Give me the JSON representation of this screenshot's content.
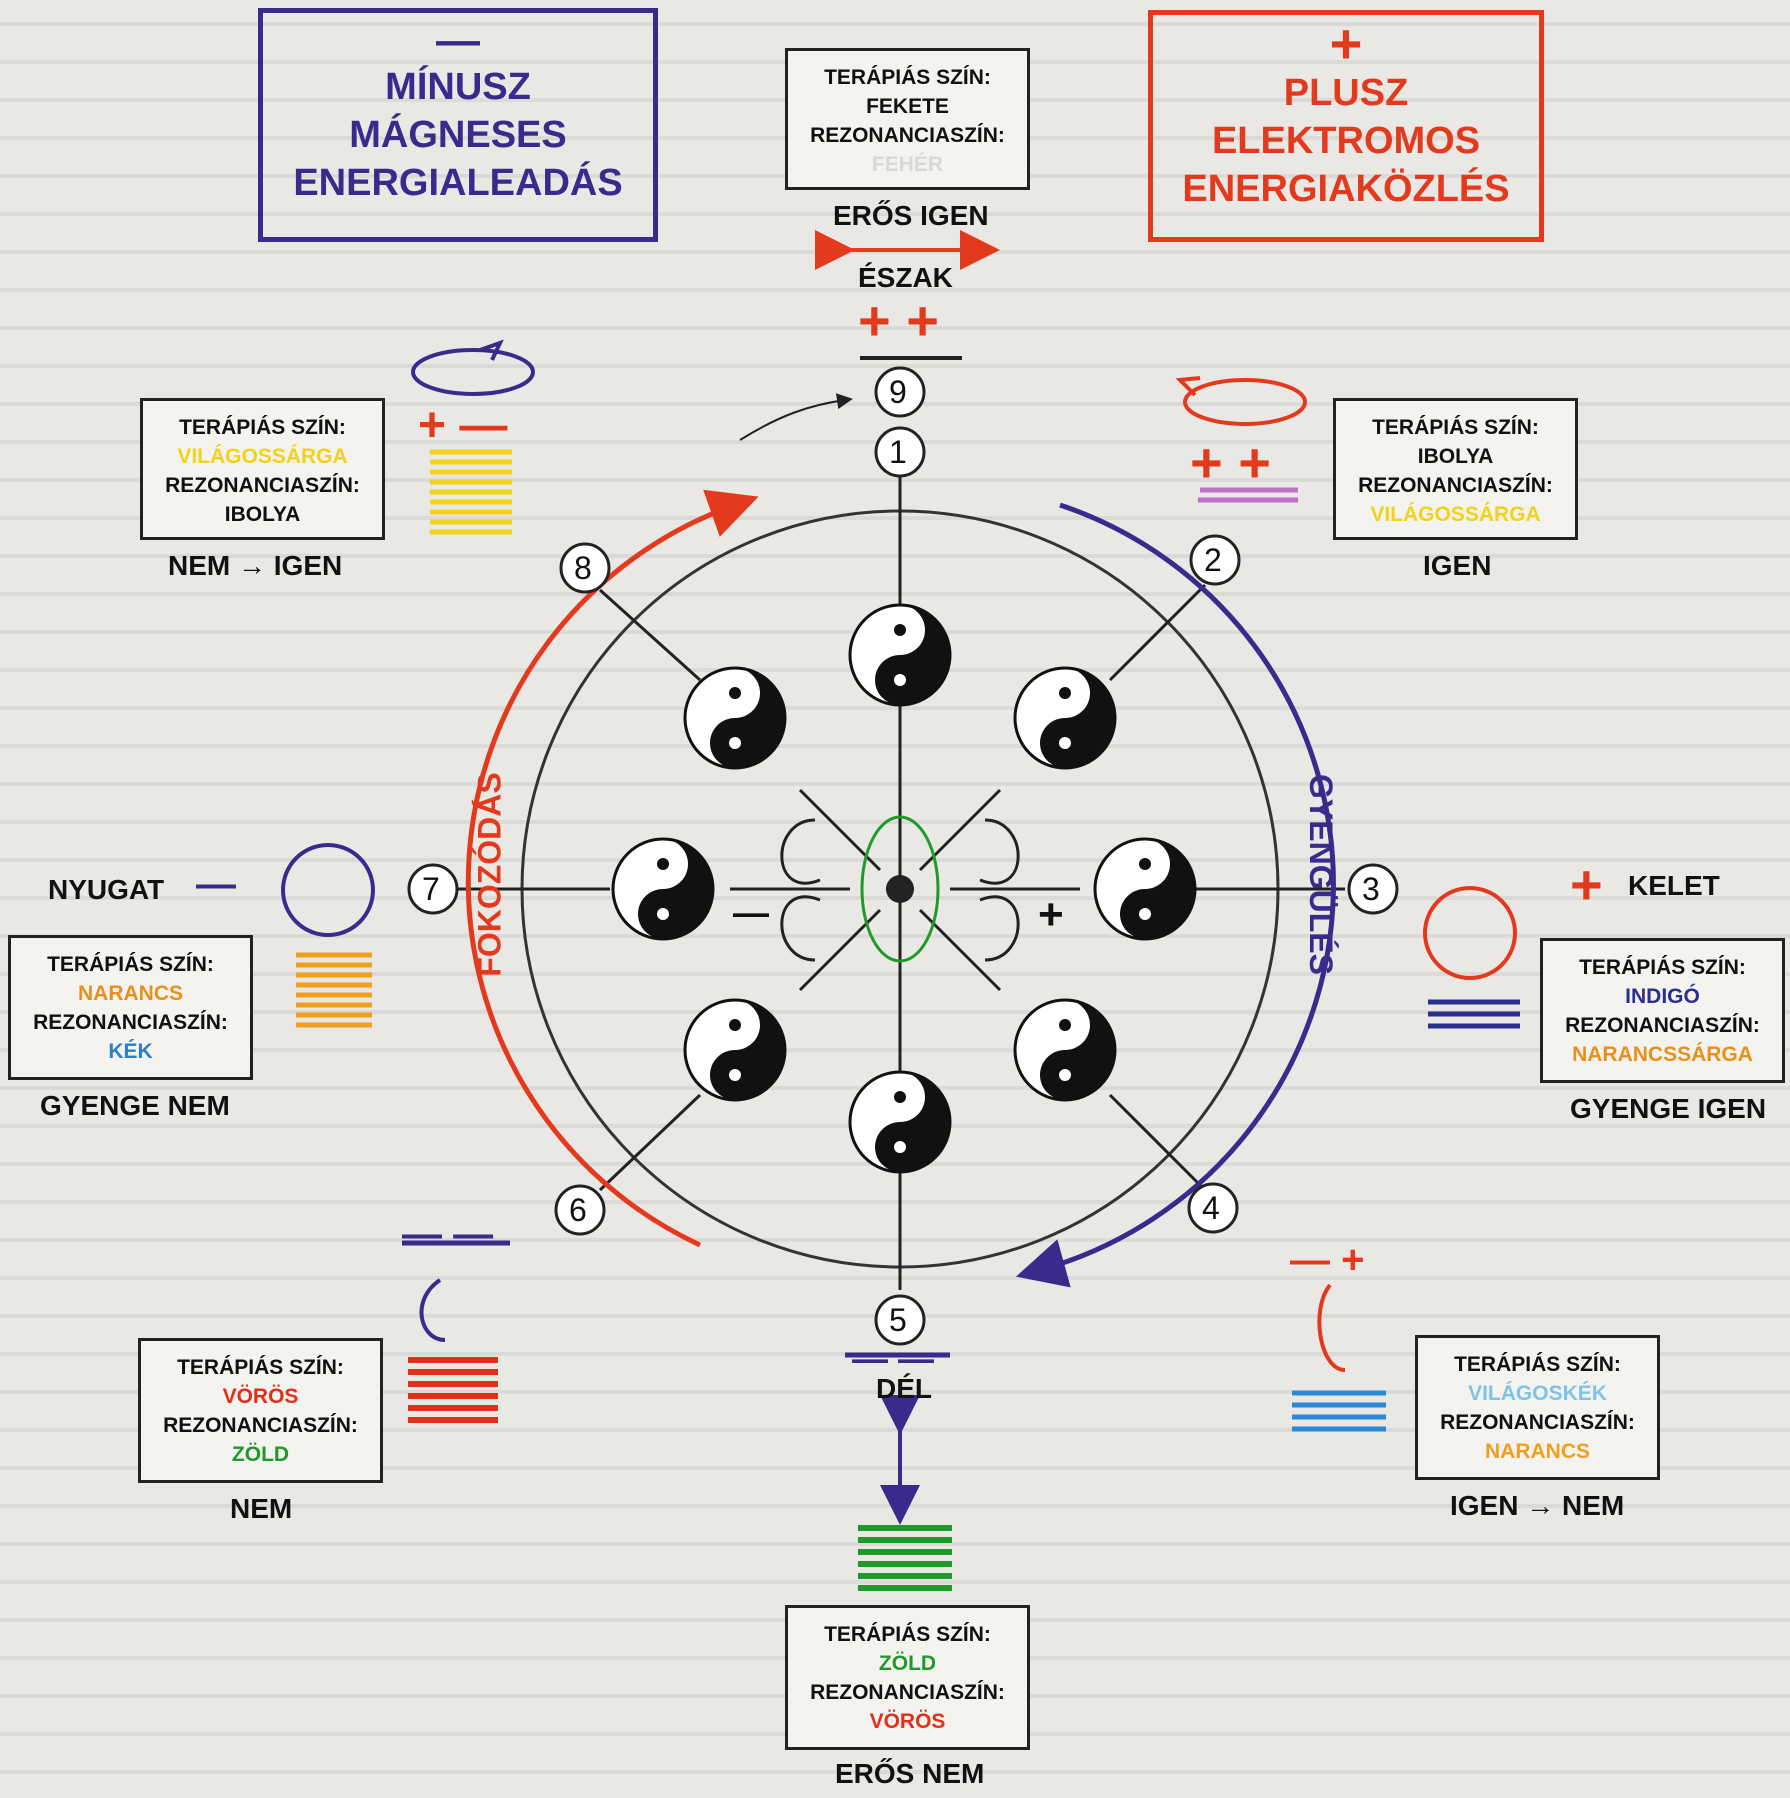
{
  "titles": {
    "minus": {
      "sign": "—",
      "lines": [
        "MÍNUSZ",
        "MÁGNESES",
        "ENERGIALEADÁS"
      ]
    },
    "plus": {
      "sign": "+",
      "lines": [
        "PLUSZ",
        "ELEKTROMOS",
        "ENERGIAKÖZLÉS"
      ]
    }
  },
  "term_labels": {
    "therapy": "TERÁPIÁS SZÍN:",
    "resonance": "REZONANCIASZÍN:"
  },
  "boxes": {
    "north": {
      "therapy": "FEKETE",
      "resonance": "FEHÉR",
      "therapy_color": "#111111",
      "resonance_color": "#d8d8d8",
      "caption": "ERŐS IGEN"
    },
    "northwest": {
      "therapy": "VILÁGOSSÁRGA",
      "resonance": "IBOLYA",
      "therapy_color": "#f2d21a",
      "resonance_color": "#111111",
      "caption": "NEM → IGEN"
    },
    "northeast": {
      "therapy": "IBOLYA",
      "resonance": "VILÁGOSSÁRGA",
      "therapy_color": "#111111",
      "resonance_color": "#f2d21a",
      "caption": "IGEN"
    },
    "west": {
      "therapy": "NARANCS",
      "resonance": "KÉK",
      "therapy_color": "#e8901a",
      "resonance_color": "#2a7fc9",
      "caption": "GYENGE NEM"
    },
    "east": {
      "therapy": "INDIGÓ",
      "resonance": "NARANCSSÁRGA",
      "therapy_color": "#2b2f8f",
      "resonance_color": "#e8901a",
      "caption": "GYENGE IGEN"
    },
    "southwest": {
      "therapy": "VÖRÖS",
      "resonance": "ZÖLD",
      "therapy_color": "#e0301a",
      "resonance_color": "#1f9a2a",
      "caption": "NEM"
    },
    "southeast": {
      "therapy": "VILÁGOSKÉK",
      "resonance": "NARANCS",
      "therapy_color": "#7fc4e8",
      "resonance_color": "#f0a020",
      "caption": "IGEN → NEM"
    },
    "south": {
      "therapy": "ZÖLD",
      "resonance": "VÖRÖS",
      "therapy_color": "#1f9a2a",
      "resonance_color": "#e0301a",
      "caption": "ERŐS NEM"
    }
  },
  "directions": {
    "north": "ÉSZAK",
    "south": "DÉL",
    "west": "NYUGAT",
    "east": "KELET"
  },
  "arc_labels": {
    "left": "FOKOZÓDÁS",
    "right": "GYENGÜLÉS"
  },
  "positions": [
    "1",
    "2",
    "3",
    "4",
    "5",
    "6",
    "7",
    "8",
    "9"
  ],
  "signs": {
    "pos9": "+ +",
    "pos2": "+ +",
    "pos8": "+ —",
    "pos7": "—",
    "pos6": "— —",
    "pos4": "— +",
    "pos5": "— —",
    "east": "+",
    "center_minus": "—",
    "center_plus": "+"
  },
  "colors": {
    "minus": "#3b2a8c",
    "plus": "#e33a1e",
    "yellow": "#f2d21a",
    "orange": "#f0a020",
    "red": "#e0301a",
    "green": "#1f9a2a",
    "blue": "#2a7fc9",
    "indigo": "#2b2f8f",
    "violet": "#c070c8"
  }
}
